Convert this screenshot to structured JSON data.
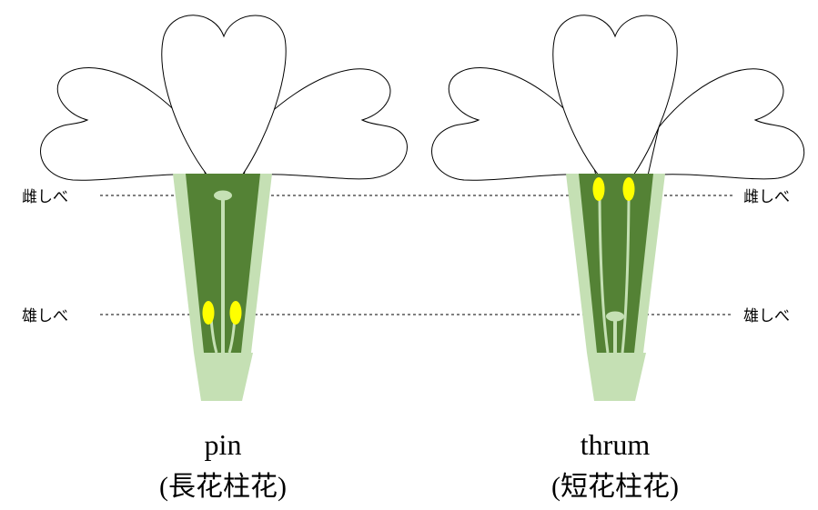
{
  "labels": {
    "pistil": "雌しべ",
    "stamen": "雄しべ"
  },
  "flowers": [
    {
      "name": "pin",
      "name_jp": "(長花柱花)"
    },
    {
      "name": "thrum",
      "name_jp": "(短花柱花)"
    }
  ],
  "colors": {
    "outline": "#000000",
    "calyx": "#c5e0b4",
    "tube": "#548235",
    "style": "#c5e0b4",
    "anther": "#ffff00",
    "dashed_line": "#000000"
  }
}
